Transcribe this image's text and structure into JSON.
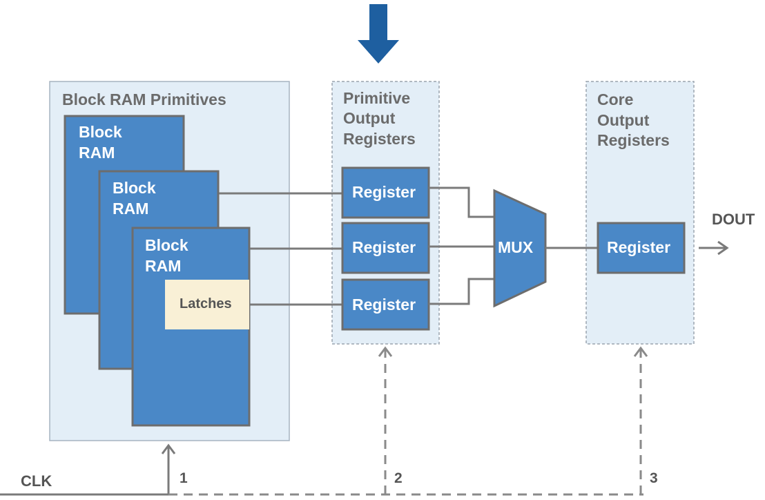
{
  "colors": {
    "block_fill": "#4a88c7",
    "block_stroke": "#6d6d6d",
    "panel_fill": "#e3eef7",
    "panel_stroke": "#a6b4c0",
    "latch_fill": "#f9f0d6",
    "wire": "#7a7a7a",
    "arrow_highlight": "#1e5fa0"
  },
  "icons": {
    "highlight_arrow": "down-arrow-icon",
    "dout_arrow": "right-arrow-icon",
    "clk_taps": "up-arrow-icon"
  },
  "groups": {
    "bram_primitives": {
      "title": "Block RAM Primitives"
    },
    "primitive_output_registers": {
      "title_lines": [
        "Primitive",
        "Output",
        "Registers"
      ]
    },
    "core_output_registers": {
      "title_lines": [
        "Core",
        "Output",
        "Registers"
      ]
    }
  },
  "block_rams": [
    {
      "lines": [
        "Block",
        "RAM"
      ]
    },
    {
      "lines": [
        "Block",
        "RAM"
      ]
    },
    {
      "lines": [
        "Block",
        "RAM"
      ]
    }
  ],
  "latches": {
    "label": "Latches"
  },
  "primitive_registers": [
    {
      "label": "Register"
    },
    {
      "label": "Register"
    },
    {
      "label": "Register"
    }
  ],
  "mux": {
    "label": "MUX"
  },
  "core_register": {
    "label": "Register"
  },
  "signals": {
    "dout": "DOUT",
    "clk": "CLK"
  },
  "clock_taps": [
    "1",
    "2",
    "3"
  ]
}
